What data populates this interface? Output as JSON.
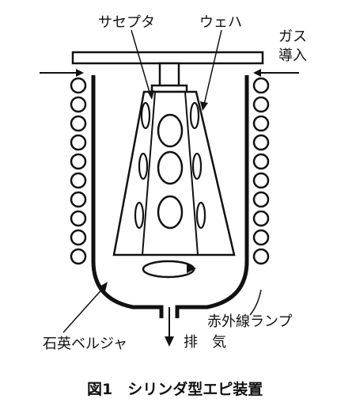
{
  "figure": {
    "caption": "図1　シリンダ型エピ装置"
  },
  "labels": {
    "susceptor": "サセプタ",
    "wafer": "ウェハ",
    "gas_line1": "ガス",
    "gas_line2": "導入",
    "quartz_bell_jar": "石英ベルジャ",
    "infrared_lamp": "赤外線ランプ",
    "exhaust": "排　気"
  },
  "colors": {
    "ink": "#111111",
    "paper": "#ffffff"
  }
}
